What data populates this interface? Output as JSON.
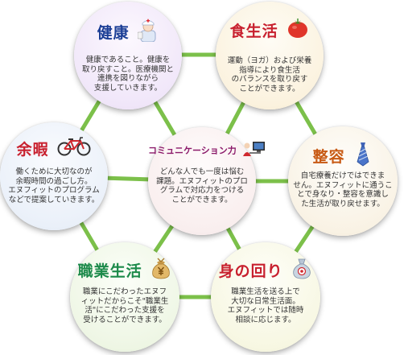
{
  "nodes": {
    "health": {
      "title": "健康",
      "body": "健康であること。健康を\n取り戻すこと。医療機関と\n連携を図りながら\n支援していきます。",
      "icon": "nurse-icon"
    },
    "diet": {
      "title": "食生活",
      "body": "運動（ヨガ）および栄養\n指導により食生活\nのバランスを取り戻す\nことができます。",
      "icon": "tomato-icon"
    },
    "leisure": {
      "title": "余暇",
      "body": "働くために大切なのが\n余暇時間の過ごし方。\nエヌフィットのプログラム\nなどで提案していきます。",
      "icon": "bicycle-icon"
    },
    "center": {
      "title": "コミュニケーション力",
      "body": "どんな人でも一度は悩む\n課題。エヌフィットのプロ\nグラムで対応力をつける\nことができます。",
      "icon": "computer-user-icon"
    },
    "order": {
      "title": "整容",
      "body": "自宅療養だけではできま\nせん。エヌフィットに通うこ\nとで身なり・整容を意識し\nた生活が取り戻せます。",
      "icon": "necktie-icon"
    },
    "work": {
      "title": "職業生活",
      "body": "職業にこだわったエヌフ\nィットだからこそ\"職業生\n活\"にこだわった支援を\n受けることができます。",
      "icon": "money-bag-icon"
    },
    "daily": {
      "title": "身の回り",
      "body": "職業生活を送る上で\n大切な日常生活面。\nエヌフィットでは随時\n相談に応じます。",
      "icon": "pouch-icon"
    }
  },
  "colors": {
    "link": "#7cc04a",
    "health_title": "#1c3f96",
    "diet_title": "#c8202e",
    "leisure_title": "#c8202e",
    "center_title": "#8b1a6a",
    "order_title": "#c85a14",
    "work_title": "#1c8a4a",
    "daily_title": "#c8202e"
  }
}
